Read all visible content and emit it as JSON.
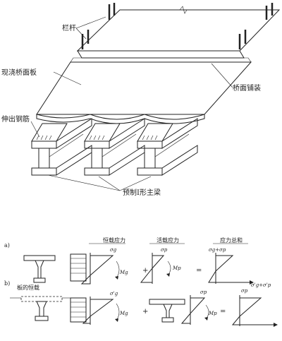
{
  "upper_labels": {
    "railing": "栏杆",
    "cast_deck": "现浇桥面板",
    "deck_pavement": "桥面铺装",
    "protruding_rebar": "伸出钢筋",
    "precast_beam": "预制I形主梁"
  },
  "lower": {
    "row_a_tag": "a)",
    "row_b_tag": "b)",
    "col_dead_load": "恒载应力",
    "col_live_load": "活载应力",
    "col_total": "应力总和",
    "slab_dead_load": "板的恒载",
    "sigma_g": "σg",
    "sigma_p": "σp",
    "sigma_g_prime": "σ'g",
    "sum_a": "σg+σp",
    "sum_b": "σ'g+σ'p",
    "M_g": "Mg",
    "M_p": "Mp",
    "plus": "+"
  }
}
